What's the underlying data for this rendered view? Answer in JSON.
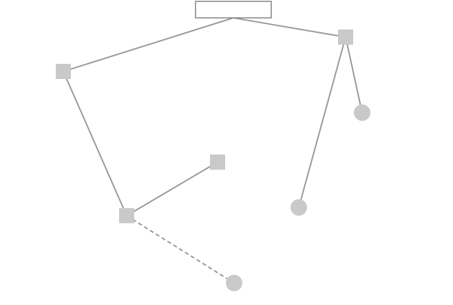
{
  "diagram": {
    "root": {
      "id": "root",
      "shape": "box",
      "label": ""
    },
    "nodes": [
      {
        "id": "n-left",
        "shape": "square"
      },
      {
        "id": "n-right",
        "shape": "square"
      },
      {
        "id": "n-right-leaf-1",
        "shape": "circle"
      },
      {
        "id": "n-right-leaf-2",
        "shape": "circle"
      },
      {
        "id": "n-lower-left",
        "shape": "square"
      },
      {
        "id": "n-middle",
        "shape": "square"
      },
      {
        "id": "n-bottom-leaf",
        "shape": "circle"
      }
    ],
    "edges": [
      {
        "from": "root",
        "to": "n-left",
        "style": "solid"
      },
      {
        "from": "root",
        "to": "n-right",
        "style": "solid"
      },
      {
        "from": "n-right",
        "to": "n-right-leaf-1",
        "style": "solid"
      },
      {
        "from": "n-right",
        "to": "n-right-leaf-2",
        "style": "solid"
      },
      {
        "from": "n-left",
        "to": "n-lower-left",
        "style": "solid"
      },
      {
        "from": "n-lower-left",
        "to": "n-middle",
        "style": "solid"
      },
      {
        "from": "n-lower-left",
        "to": "n-bottom-leaf",
        "style": "dashed"
      }
    ],
    "colors": {
      "edge": "#999999",
      "node_fill": "#c9c9c9",
      "root_stroke": "#888888",
      "background": "#ffffff"
    }
  }
}
